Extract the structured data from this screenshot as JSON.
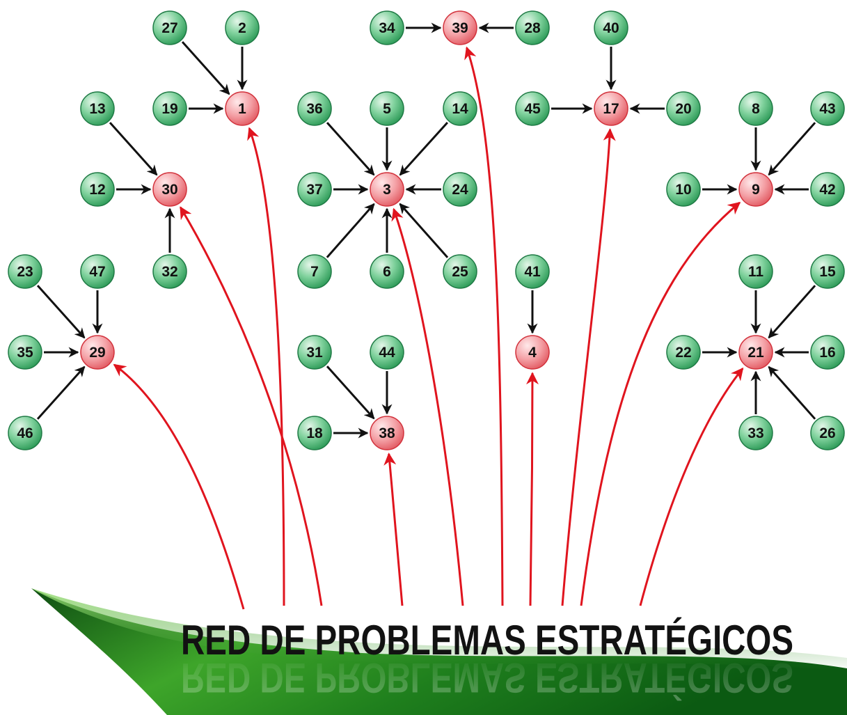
{
  "title": "RED DE PROBLEMAS ESTRATÉGICOS",
  "colors": {
    "problem_node_fill": "#ee8e93",
    "problem_node_stroke": "#d2323c",
    "cause_node_fill": "#5fbf82",
    "cause_node_stroke": "#1f7a45",
    "cause_arrow": "#111111",
    "strategic_arrow": "#e0141e",
    "banner_green": "#1e7a1c"
  },
  "strategic_problems": [
    "1",
    "3",
    "4",
    "9",
    "17",
    "21",
    "29",
    "30",
    "38",
    "39"
  ],
  "nodes": [
    {
      "id": "1",
      "type": "strategic"
    },
    {
      "id": "2",
      "type": "cause"
    },
    {
      "id": "3",
      "type": "strategic"
    },
    {
      "id": "4",
      "type": "strategic"
    },
    {
      "id": "5",
      "type": "cause"
    },
    {
      "id": "6",
      "type": "cause"
    },
    {
      "id": "7",
      "type": "cause"
    },
    {
      "id": "8",
      "type": "cause"
    },
    {
      "id": "9",
      "type": "strategic"
    },
    {
      "id": "10",
      "type": "cause"
    },
    {
      "id": "11",
      "type": "cause"
    },
    {
      "id": "12",
      "type": "cause"
    },
    {
      "id": "13",
      "type": "cause"
    },
    {
      "id": "14",
      "type": "cause"
    },
    {
      "id": "15",
      "type": "cause"
    },
    {
      "id": "16",
      "type": "cause"
    },
    {
      "id": "17",
      "type": "strategic"
    },
    {
      "id": "18",
      "type": "cause"
    },
    {
      "id": "19",
      "type": "cause"
    },
    {
      "id": "20",
      "type": "cause"
    },
    {
      "id": "21",
      "type": "strategic"
    },
    {
      "id": "22",
      "type": "cause"
    },
    {
      "id": "23",
      "type": "cause"
    },
    {
      "id": "24",
      "type": "cause"
    },
    {
      "id": "25",
      "type": "cause"
    },
    {
      "id": "26",
      "type": "cause"
    },
    {
      "id": "27",
      "type": "cause"
    },
    {
      "id": "28",
      "type": "cause"
    },
    {
      "id": "29",
      "type": "strategic"
    },
    {
      "id": "30",
      "type": "strategic"
    },
    {
      "id": "31",
      "type": "cause"
    },
    {
      "id": "32",
      "type": "cause"
    },
    {
      "id": "33",
      "type": "cause"
    },
    {
      "id": "34",
      "type": "cause"
    },
    {
      "id": "35",
      "type": "cause"
    },
    {
      "id": "36",
      "type": "cause"
    },
    {
      "id": "37",
      "type": "cause"
    },
    {
      "id": "38",
      "type": "strategic"
    },
    {
      "id": "39",
      "type": "strategic"
    },
    {
      "id": "40",
      "type": "cause"
    },
    {
      "id": "41",
      "type": "cause"
    },
    {
      "id": "42",
      "type": "cause"
    },
    {
      "id": "43",
      "type": "cause"
    },
    {
      "id": "44",
      "type": "cause"
    },
    {
      "id": "45",
      "type": "cause"
    },
    {
      "id": "46",
      "type": "cause"
    },
    {
      "id": "47",
      "type": "cause"
    }
  ],
  "edges": [
    {
      "from": "27",
      "to": "1"
    },
    {
      "from": "2",
      "to": "1"
    },
    {
      "from": "19",
      "to": "1"
    },
    {
      "from": "34",
      "to": "39"
    },
    {
      "from": "28",
      "to": "39"
    },
    {
      "from": "40",
      "to": "17"
    },
    {
      "from": "45",
      "to": "17"
    },
    {
      "from": "20",
      "to": "17"
    },
    {
      "from": "13",
      "to": "30"
    },
    {
      "from": "12",
      "to": "30"
    },
    {
      "from": "32",
      "to": "30"
    },
    {
      "from": "36",
      "to": "3"
    },
    {
      "from": "5",
      "to": "3"
    },
    {
      "from": "14",
      "to": "3"
    },
    {
      "from": "37",
      "to": "3"
    },
    {
      "from": "24",
      "to": "3"
    },
    {
      "from": "7",
      "to": "3"
    },
    {
      "from": "6",
      "to": "3"
    },
    {
      "from": "25",
      "to": "3"
    },
    {
      "from": "8",
      "to": "9"
    },
    {
      "from": "43",
      "to": "9"
    },
    {
      "from": "10",
      "to": "9"
    },
    {
      "from": "42",
      "to": "9"
    },
    {
      "from": "23",
      "to": "29"
    },
    {
      "from": "47",
      "to": "29"
    },
    {
      "from": "35",
      "to": "29"
    },
    {
      "from": "46",
      "to": "29"
    },
    {
      "from": "41",
      "to": "4"
    },
    {
      "from": "31",
      "to": "38"
    },
    {
      "from": "44",
      "to": "38"
    },
    {
      "from": "18",
      "to": "38"
    },
    {
      "from": "11",
      "to": "21"
    },
    {
      "from": "15",
      "to": "21"
    },
    {
      "from": "22",
      "to": "21"
    },
    {
      "from": "16",
      "to": "21"
    },
    {
      "from": "33",
      "to": "21"
    },
    {
      "from": "26",
      "to": "21"
    }
  ]
}
